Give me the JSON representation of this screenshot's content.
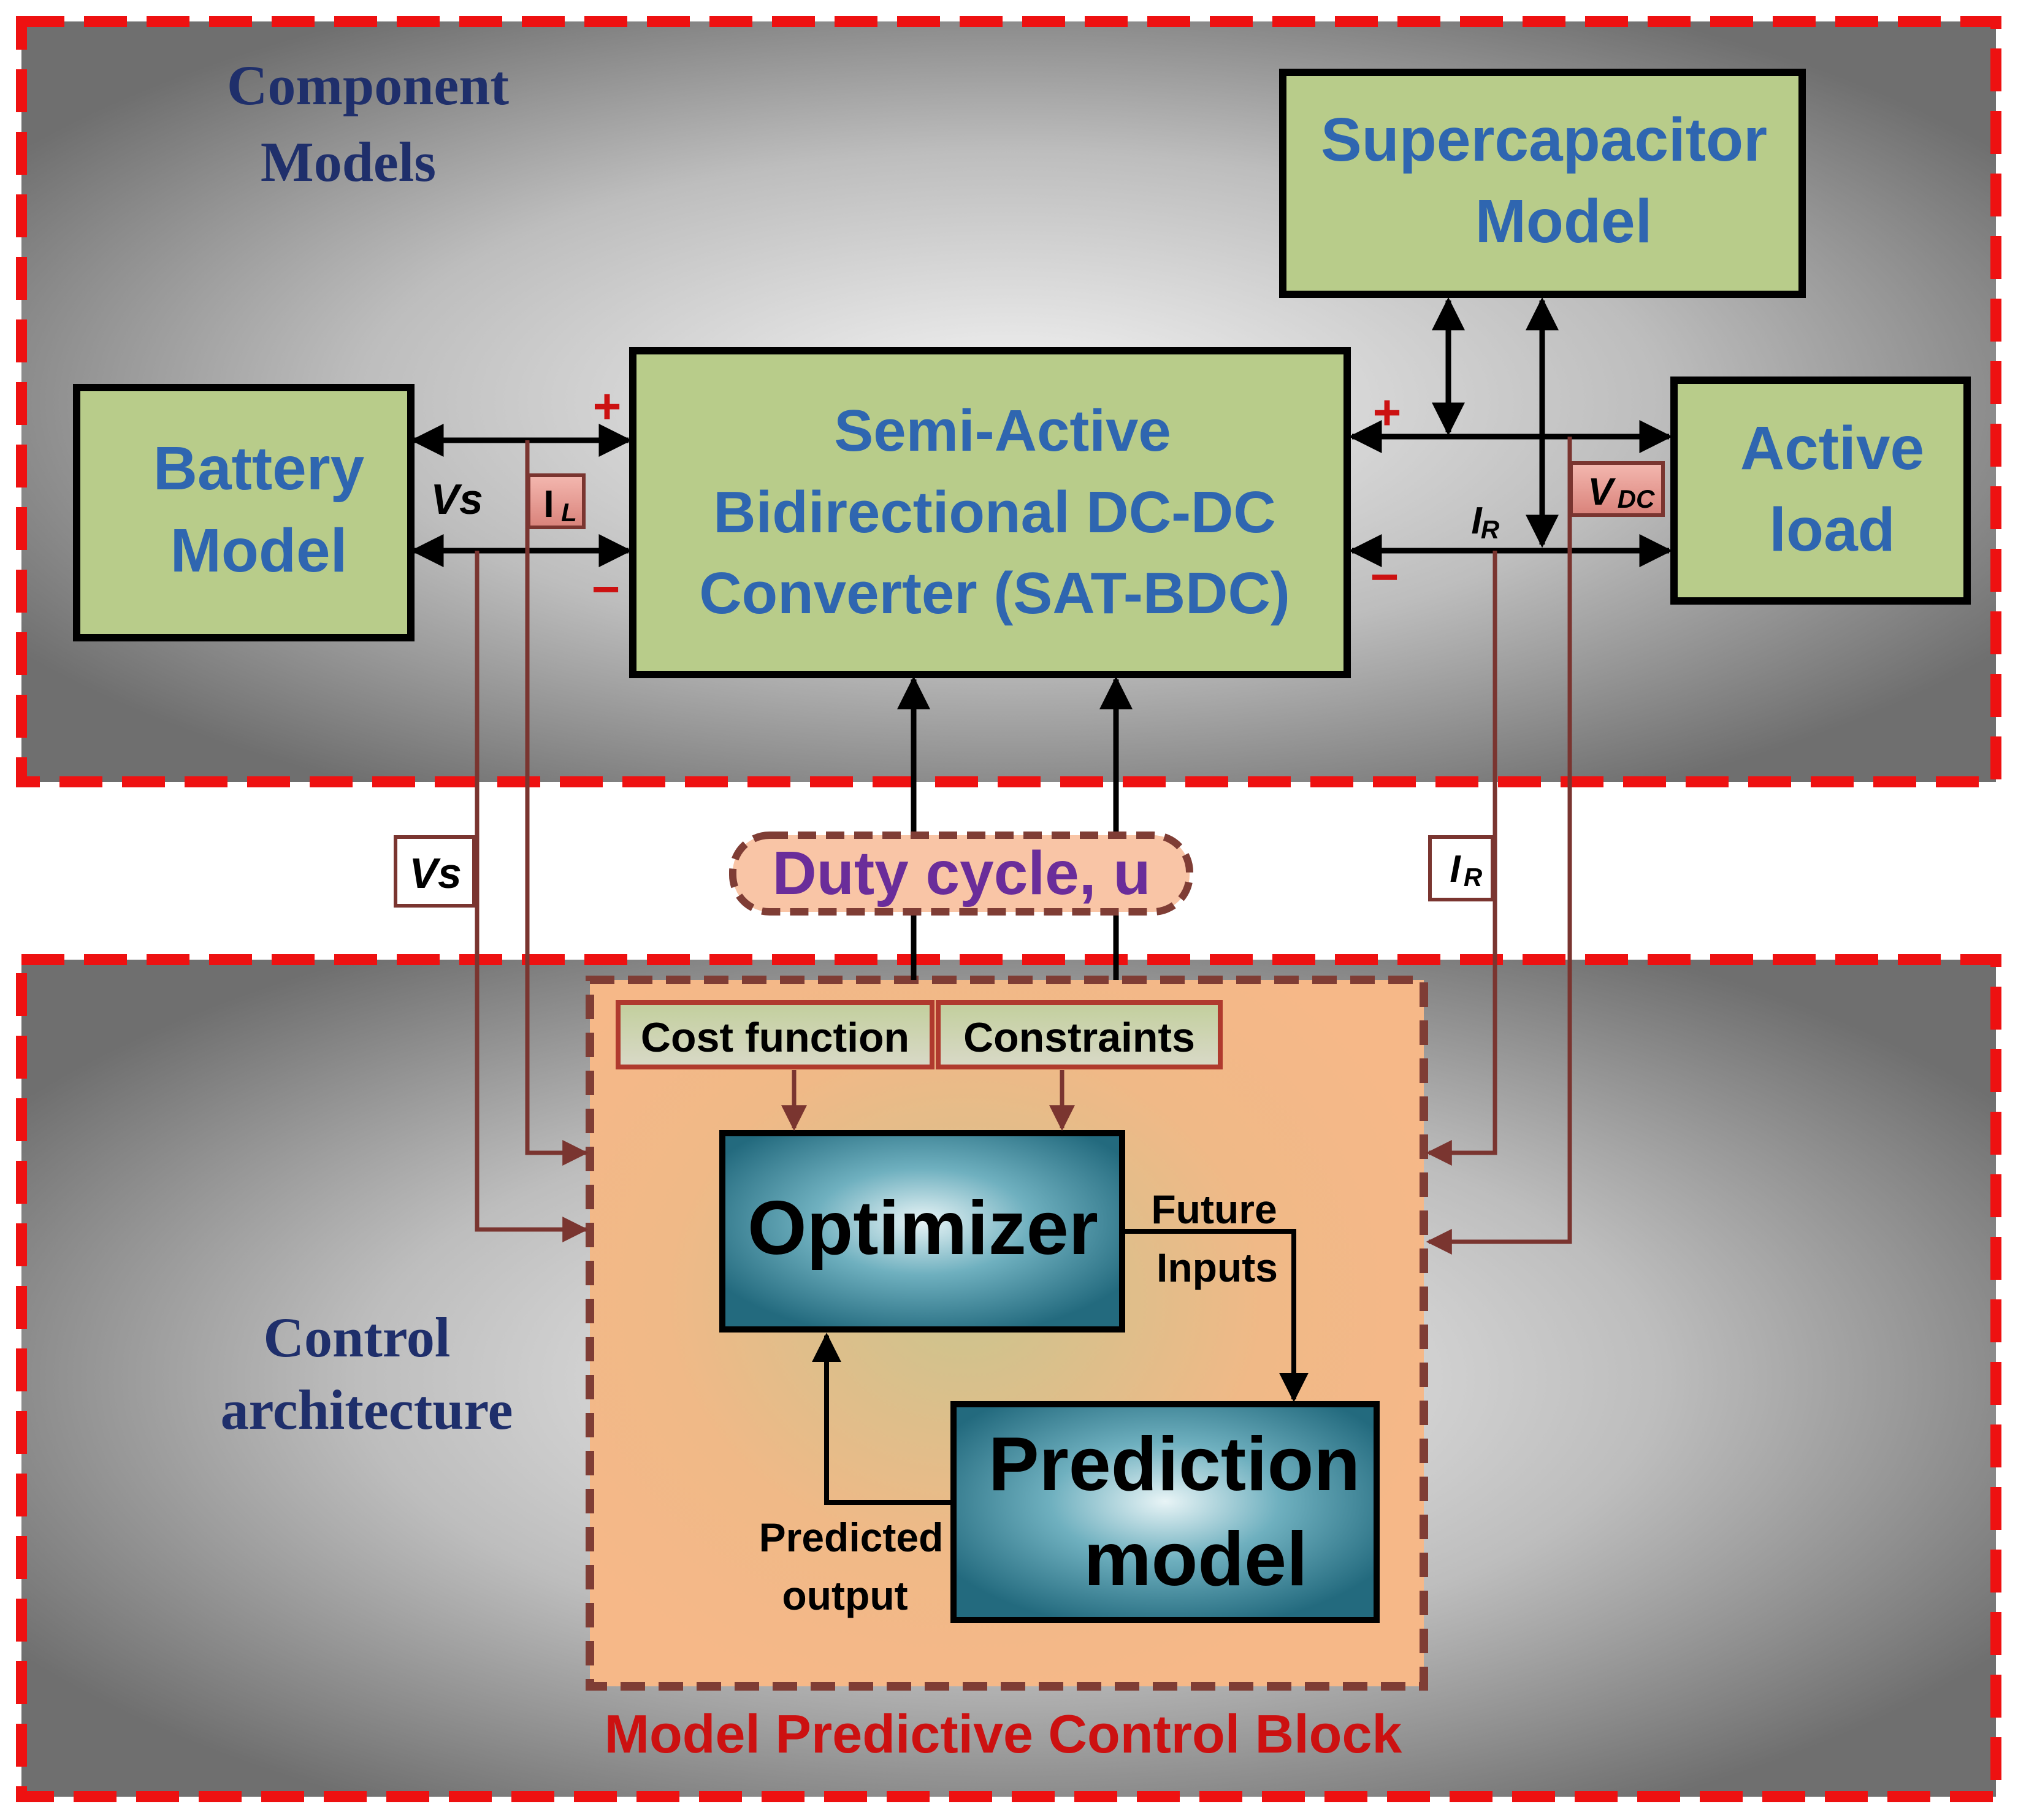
{
  "sections": {
    "top_label_line1": "Component",
    "top_label_line2": "Models",
    "bottom_label_line1": "Control",
    "bottom_label_line2": "architecture",
    "mpc_block_title": "Model Predictive Control Block"
  },
  "blocks": {
    "battery_line1": "Battery",
    "battery_line2": "Model",
    "converter_line1": "Semi-Active",
    "converter_line2": "Bidirectional DC-DC",
    "converter_line3": "Converter (SAT-BDC)",
    "supercap_line1": "Supercapacitor",
    "supercap_line2": "Model",
    "load_line1": "Active",
    "load_line2": "load",
    "optimizer": "Optimizer",
    "prediction_line1": "Prediction",
    "prediction_line2": "model",
    "cost_function": "Cost function",
    "constraints": "Constraints"
  },
  "signals": {
    "vs": "Vs",
    "il_main": "I",
    "il_sub": "L",
    "vdc_main": "V",
    "vdc_sub": "DC",
    "ir_main": "I",
    "ir_sub": "R",
    "plus": "+",
    "minus": "−",
    "duty_cycle": "Duty cycle, u",
    "future_line1": "Future",
    "future_line2": "Inputs",
    "predicted_line1": "Predicted",
    "predicted_line2": "output"
  },
  "colors": {
    "dashed_border": "#ee1111",
    "block_fill": "#b8cc8a",
    "block_text": "#2f66b0",
    "section_label": "#1f2f6b",
    "signal_line": "#7a3530",
    "mpc_fill": "#f6b888",
    "mpc_border": "#7f3d35",
    "duty_text": "#6a2d9a",
    "mpc_title": "#cc1111",
    "teal_dark": "#236a7e",
    "teal_light": "#e8f4f6"
  }
}
